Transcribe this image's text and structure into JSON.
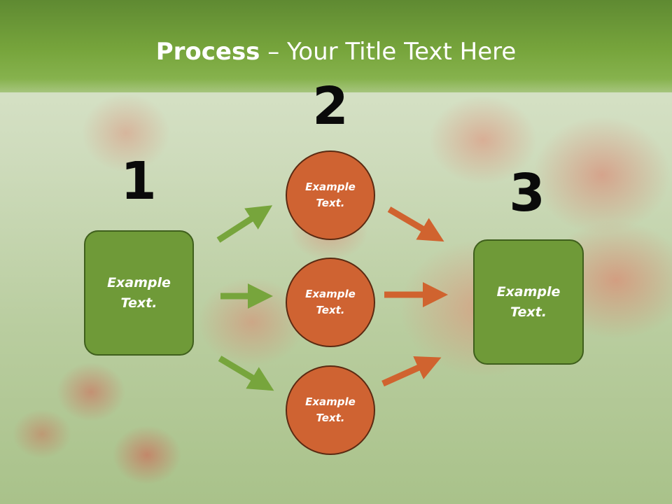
{
  "slide": {
    "title_bold": "Process",
    "title_rest": " – Your Title Text Here"
  },
  "diagram": {
    "steps": [
      {
        "number": "1",
        "nodes": [
          {
            "label": "Example Text."
          }
        ]
      },
      {
        "number": "2",
        "nodes": [
          {
            "label": "Example Text."
          },
          {
            "label": "Example Text."
          },
          {
            "label": "Example Text."
          }
        ]
      },
      {
        "number": "3",
        "nodes": [
          {
            "label": "Example Text."
          }
        ]
      }
    ]
  },
  "colors": {
    "title_bar": "#77a53c",
    "box_fill": "#6f9a38",
    "circle_fill": "#cf6332",
    "green_arrow": "#77a53c",
    "orange_arrow": "#d0632f"
  }
}
